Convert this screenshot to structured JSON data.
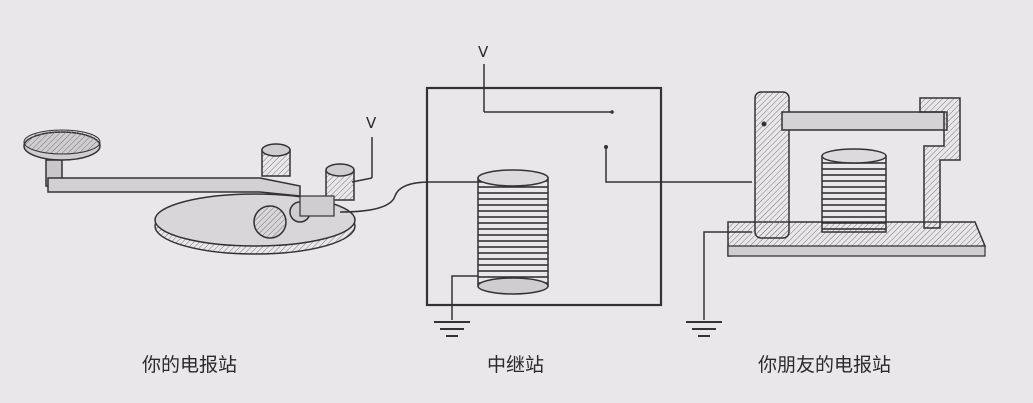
{
  "captions": {
    "your_station": "你的电报站",
    "relay_station": "中继站",
    "friend_station": "你朋友的电报站"
  },
  "labels": {
    "voltage_key": "V",
    "voltage_relay": "V"
  },
  "colors": {
    "background": "#e9e7ea",
    "ink": "#2a2a2a"
  }
}
